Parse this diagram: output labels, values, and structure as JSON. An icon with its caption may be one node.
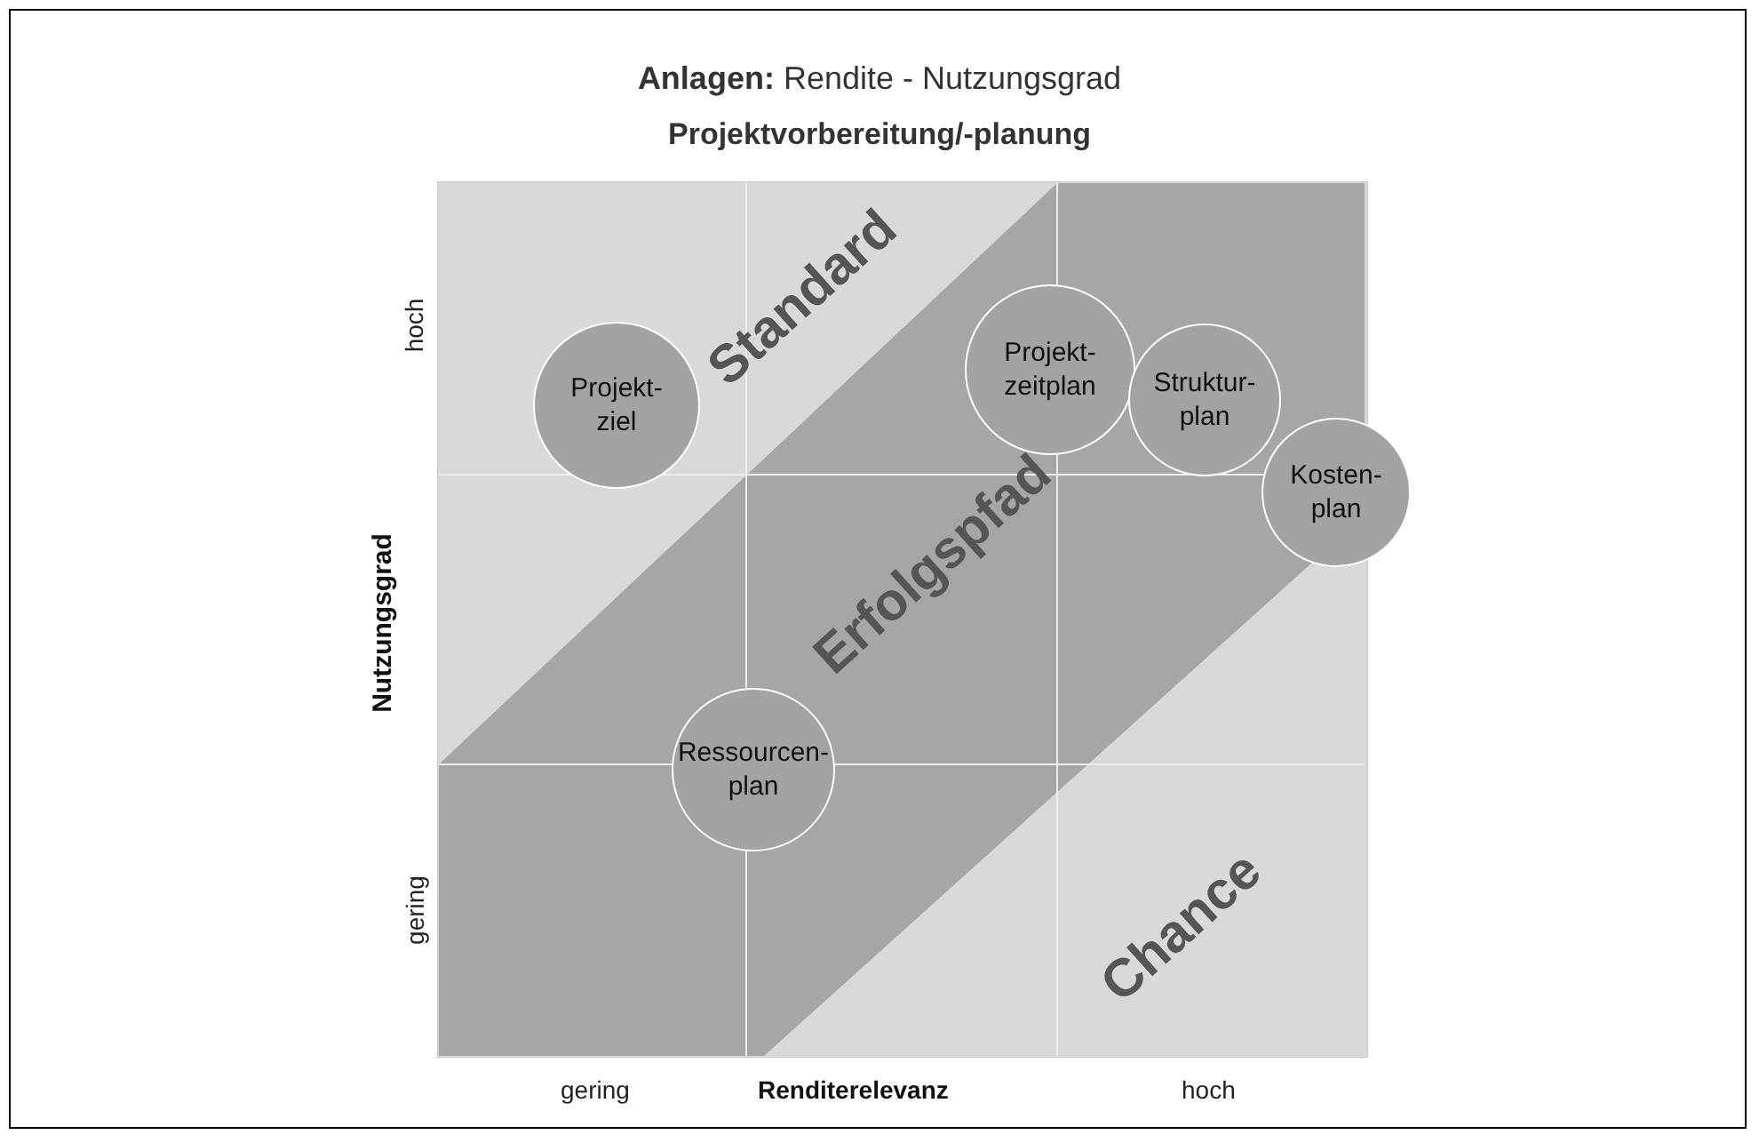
{
  "diagram": {
    "title": "**Anlagen:** Rendite - Nutzungsgrad",
    "nodes": [
      {
        "text": [
          "Projekt- ziel"
        ]
      },
      {
        "text": [
          "Projekt- zeitplan"
        ]
      },
      {
        "text": [
          "Struktur- plan"
        ]
      },
      {
        "text": [
          "Kosten- plan"
        ]
      },
      {
        "text": [
          "Ressourcen- plan"
        ]
      }
    ],
    "labels": [
      "Projektvorbereitung/-planung",
      "hoch",
      "Nutzungsgrad",
      "gering",
      "gering",
      "Renditerelevanz",
      "hoch",
      "Standard",
      "Erfolgspfad",
      "Chance"
    ]
  }
}
